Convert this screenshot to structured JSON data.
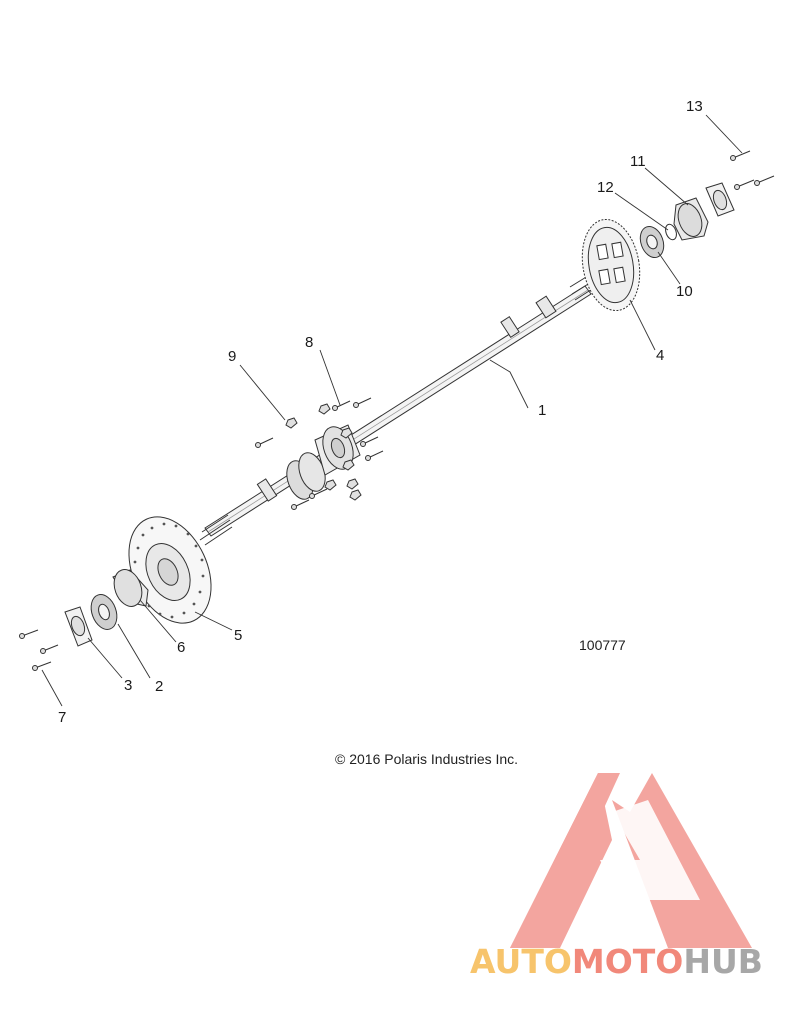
{
  "callouts": [
    {
      "id": "1",
      "text": "1"
    },
    {
      "id": "2",
      "text": "2"
    },
    {
      "id": "3",
      "text": "3"
    },
    {
      "id": "4",
      "text": "4"
    },
    {
      "id": "5",
      "text": "5"
    },
    {
      "id": "6",
      "text": "6"
    },
    {
      "id": "7",
      "text": "7"
    },
    {
      "id": "8",
      "text": "8"
    },
    {
      "id": "9",
      "text": "9"
    },
    {
      "id": "10",
      "text": "10"
    },
    {
      "id": "11",
      "text": "11"
    },
    {
      "id": "12",
      "text": "12"
    },
    {
      "id": "13",
      "text": "13"
    }
  ],
  "figure_id": "100777",
  "copyright": "© 2016 Polaris Industries Inc.",
  "watermark": {
    "part1": "AUTO",
    "part2": "MOTO",
    "part3": "HUB",
    "colors": {
      "logo_red": "#f3a19a",
      "auto": "#f7c46c",
      "moto": "#f1887a",
      "hub": "#a7a7a7"
    }
  }
}
